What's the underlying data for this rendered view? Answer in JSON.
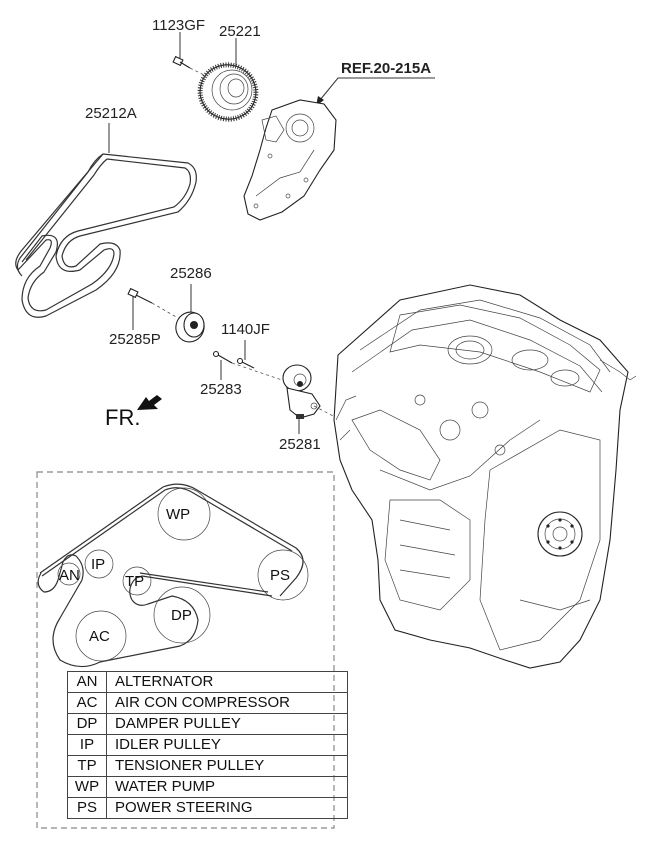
{
  "diagram": {
    "title": "Engine accessory drive belt & pulleys",
    "callouts": {
      "bolt_1123gf": "1123GF",
      "damper_pulley_25221": "25221",
      "ref_water_pump": "REF.20-215A",
      "belt_25212a": "25212A",
      "idler_pulley_25286": "25286",
      "idler_bolt_25285p": "25285P",
      "bolt_1140jf": "1140JF",
      "bolt_25283": "25283",
      "tensioner_25281": "25281"
    },
    "front_indicator": "FR.",
    "belt_routing": {
      "pulleys": [
        {
          "code": "WP"
        },
        {
          "code": "IP"
        },
        {
          "code": "AN"
        },
        {
          "code": "TP"
        },
        {
          "code": "PS"
        },
        {
          "code": "DP"
        },
        {
          "code": "AC"
        }
      ]
    },
    "legend": [
      {
        "code": "AN",
        "name": "ALTERNATOR"
      },
      {
        "code": "AC",
        "name": "AIR CON COMPRESSOR"
      },
      {
        "code": "DP",
        "name": "DAMPER PULLEY"
      },
      {
        "code": "IP",
        "name": "IDLER PULLEY"
      },
      {
        "code": "TP",
        "name": "TENSIONER PULLEY"
      },
      {
        "code": "WP",
        "name": "WATER PUMP"
      },
      {
        "code": "PS",
        "name": "POWER STEERING"
      }
    ]
  }
}
